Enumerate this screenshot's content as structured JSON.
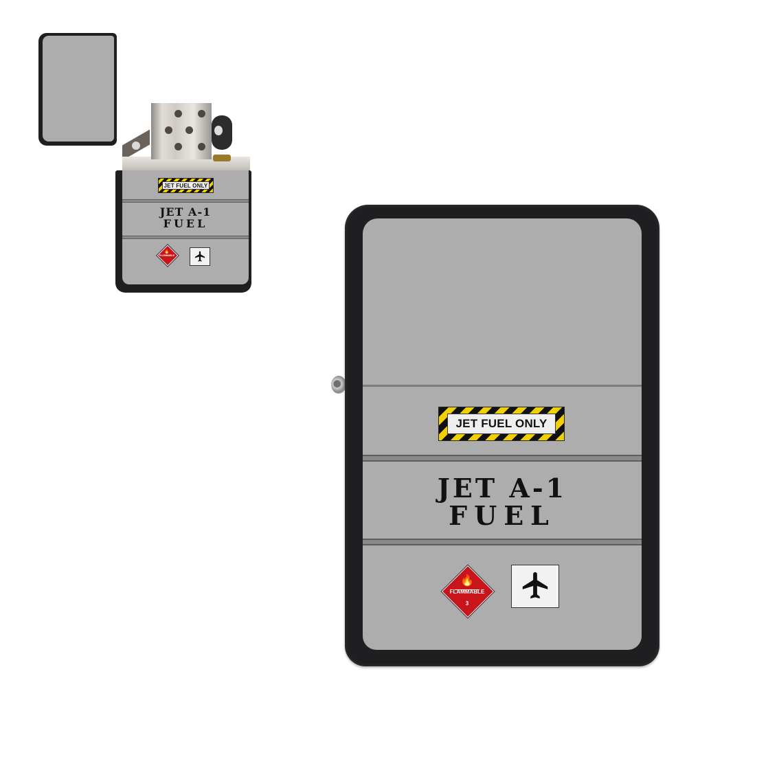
{
  "product": {
    "type": "windproof lighter",
    "colors": {
      "case": "#1f1f21",
      "face": "#adadad",
      "groove": "#7b7b7b",
      "hazard_yellow": "#f0d000",
      "hazard_red": "#c8141b",
      "background": "#ffffff"
    }
  },
  "design": {
    "warning_label": "JET FUEL ONLY",
    "title_line1": "JET A-1",
    "title_line2": "FUEL",
    "hazard_placard": {
      "text": "FLAMMABLE",
      "class_number": "3",
      "icon": "flame-icon"
    },
    "aircraft_sign": {
      "icon": "airplane-icon"
    }
  },
  "views": [
    {
      "name": "open-lighter-thumbnail",
      "state": "open"
    },
    {
      "name": "closed-lighter-main",
      "state": "closed"
    }
  ]
}
